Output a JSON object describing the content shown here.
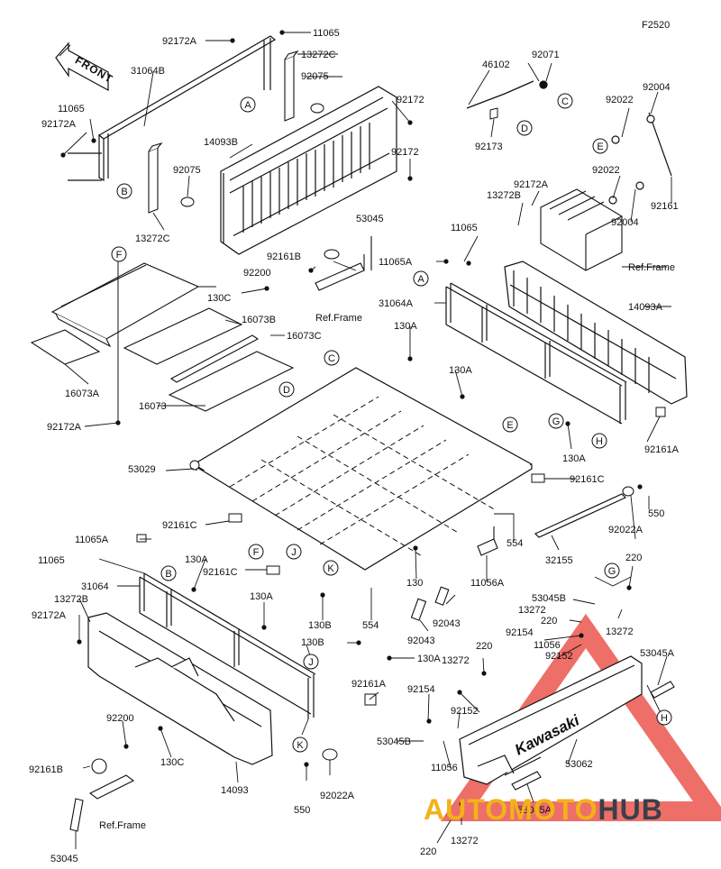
{
  "figure_code": "F2520",
  "front_label": "FRONT",
  "ref_frame": "Ref.Frame",
  "watermark": {
    "part1": "AUTOMOTO",
    "part2": "HUB",
    "color_primary": "#f2b21a",
    "color_secondary": "#3a3f4a",
    "triangle_color": "#e8433a"
  },
  "brand_decal": "Kawasaki",
  "callouts": {
    "A": "A",
    "B": "B",
    "C": "C",
    "D": "D",
    "E": "E",
    "F": "F",
    "G": "G",
    "H": "H",
    "J": "J",
    "K": "K"
  },
  "labels": {
    "p11065": "11065",
    "p11065A": "11065A",
    "p13272": "13272",
    "p13272B": "13272B",
    "p13272C": "13272C",
    "p14093": "14093",
    "p14093A": "14093A",
    "p14093B": "14093B",
    "p16073": "16073",
    "p16073A": "16073A",
    "p16073B": "16073B",
    "p16073C": "16073C",
    "p31064": "31064",
    "p31064A": "31064A",
    "p31064B": "31064B",
    "p32155": "32155",
    "p46102": "46102",
    "p53029": "53029",
    "p53045": "53045",
    "p53045A": "53045A",
    "p53045B": "53045B",
    "p53062": "53062",
    "p11056": "11056",
    "p11056A": "11056A",
    "p92004": "92004",
    "p92022": "92022",
    "p92022A": "92022A",
    "p92043": "92043",
    "p92071": "92071",
    "p92075": "92075",
    "p92152": "92152",
    "p92154": "92154",
    "p92161": "92161",
    "p92161A": "92161A",
    "p92161B": "92161B",
    "p92161C": "92161C",
    "p92172": "92172",
    "p92172A": "92172A",
    "p92173": "92173",
    "p92200": "92200",
    "p130": "130",
    "p130A": "130A",
    "p130B": "130B",
    "p130C": "130C",
    "p220": "220",
    "p550": "550",
    "p554": "554"
  }
}
